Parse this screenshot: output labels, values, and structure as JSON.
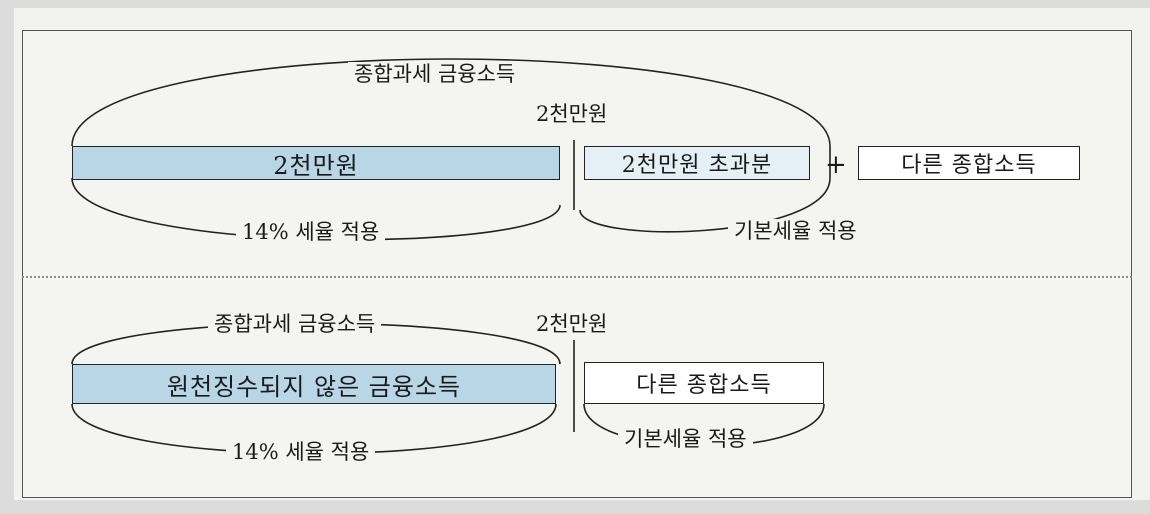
{
  "top_section": {
    "arc_label_top": "종합과세 금융소득",
    "threshold_label": "2천만원",
    "box_2000": "2천만원",
    "box_excess": "2천만원 초과분",
    "plus_sign": "+",
    "box_other_income": "다른 종합소득",
    "rate_14_label": "14% 세율 적용",
    "basic_rate_label": "기본세율 적용"
  },
  "bottom_section": {
    "arc_label_top": "종합과세 금융소득",
    "threshold_label": "2천만원",
    "box_unwithheld": "원천징수되지 않은 금융소득",
    "box_other_income": "다른 종합소득",
    "rate_14_label": "14% 세율 적용",
    "basic_rate_label": "기본세율 적용"
  },
  "colors": {
    "withholding_box_fill": "#b9d6e6",
    "excess_box_fill": "#e4f0f6",
    "other_box_fill": "#ffffff"
  }
}
